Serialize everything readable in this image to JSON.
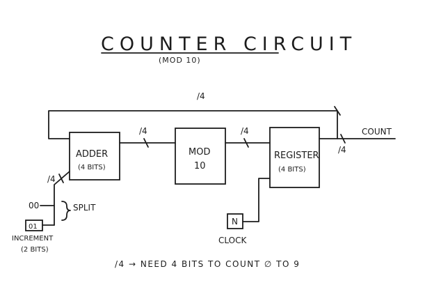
{
  "title": "COUNTER CIRCUIT",
  "subtitle": "(MOD 10)",
  "blocks": {
    "adder": {
      "name": "ADDER",
      "detail": "(4 BITS)"
    },
    "mod": {
      "name": "MOD",
      "detail": "10"
    },
    "register": {
      "name": "REGISTER",
      "detail": "(4 BITS)"
    },
    "clock": {
      "symbol": "N",
      "label": "CLOCK"
    },
    "increment": {
      "high_bits": "00",
      "low_bits": "01",
      "label_line1": "INCREMENT",
      "label_line2": "(2 BITS)"
    }
  },
  "buses": {
    "feedback": "/4",
    "adder_to_mod": "/4",
    "mod_to_register": "/4",
    "input": "/4",
    "output": "/4"
  },
  "split_label": "SPLIT",
  "output_label": "COUNT",
  "note": "/4 → NEED 4 BITS TO COUNT ∅ TO 9"
}
